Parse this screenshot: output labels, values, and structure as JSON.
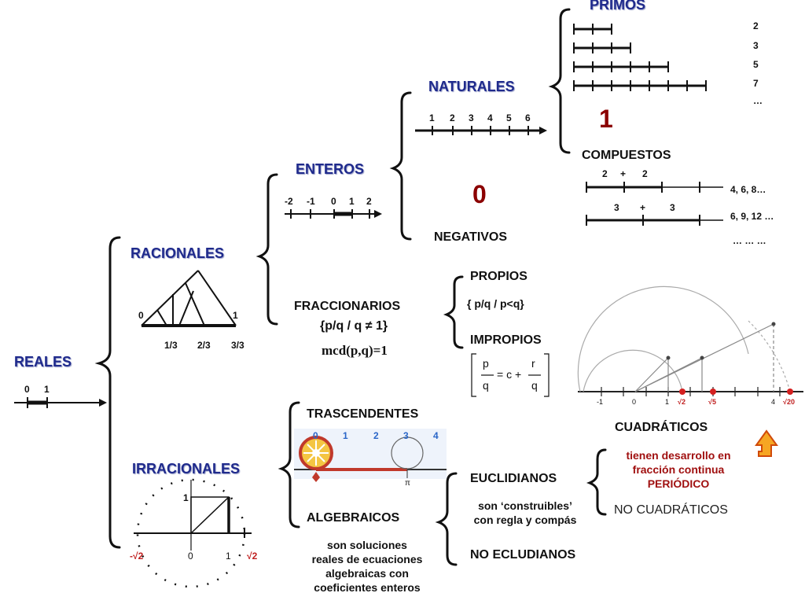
{
  "categories": {
    "reales": "REALES",
    "racionales": "RACIONALES",
    "irracionales": "IRRACIONALES",
    "enteros": "ENTEROS",
    "fraccionarios": "FRACCIONARIOS",
    "naturales": "NATURALES",
    "negativos": "NEGATIVOS",
    "primos": "PRIMOS",
    "compuestos": "COMPUESTOS",
    "propios": "PROPIOS",
    "impropios": "IMPROPIOS",
    "trascendentes": "TRASCENDENTES",
    "algebraicos": "ALGEBRAICOS",
    "euclidianos": "EUCLIDIANOS",
    "no_euclidianos": "NO ECLUDIANOS",
    "cuadraticos": "CUADRÁTICOS",
    "no_cuadraticos": "NO CUADRÁTICOS"
  },
  "big_numbers": {
    "one": "1",
    "zero": "0"
  },
  "reales_axis": {
    "t0": "0",
    "t1": "1"
  },
  "racionales_fig": {
    "t0": "0",
    "t1": "1",
    "f1": "1/3",
    "f2": "2/3",
    "f3": "3/3"
  },
  "enteros_axis": {
    "labels": [
      "-2",
      "-1",
      "0",
      "1",
      "2"
    ]
  },
  "naturales_axis": {
    "labels": [
      "1",
      "2",
      "3",
      "4",
      "5",
      "6"
    ]
  },
  "primos_list": [
    "2",
    "3",
    "5",
    "7",
    "…"
  ],
  "compuestos": {
    "sum1": [
      "2",
      "+",
      "2"
    ],
    "sum2": [
      "3",
      "+",
      "3"
    ],
    "list1": "4, 6, 8…",
    "list2": "6, 9, 12 …",
    "list3": "… … …"
  },
  "fraccionarios": {
    "line1": "{p/q / q ≠ 1}",
    "line2": "mcd(p,q)=1"
  },
  "propios_def": "{ p/q / p<q}",
  "impropios_formula": {
    "p": "p",
    "q": "q",
    "eq": "= c +",
    "r": "r",
    "q2": "q"
  },
  "cuadraticos_note": [
    "tienen desarrollo en",
    "fracción continua",
    "PERIÓDICO"
  ],
  "euclidianos_note": [
    "son ‘construibles’",
    "con regla y compás"
  ],
  "algebraicos_note": [
    "son soluciones",
    "reales de ecuaciones",
    "algebraicas con",
    "coeficientes enteros"
  ],
  "trascendentes_axis": {
    "labels": [
      "0",
      "1",
      "2",
      "3",
      "4"
    ],
    "pi": "π"
  },
  "irracionales_fig": {
    "one_top": "1",
    "neg_sqrt2": "-√2",
    "zero": "0",
    "one": "1",
    "sqrt2": "√2"
  },
  "spiral_axis": {
    "labels": [
      "-1",
      "0",
      "1",
      "√2",
      "√5",
      "4",
      "√20"
    ]
  },
  "colors": {
    "title": "#1f2a8c",
    "accent_red": "#a01010",
    "dark_red": "#8b0000"
  },
  "icons": {
    "up_arrow": "up-arrow-icon",
    "wheel": "wheel-icon"
  }
}
